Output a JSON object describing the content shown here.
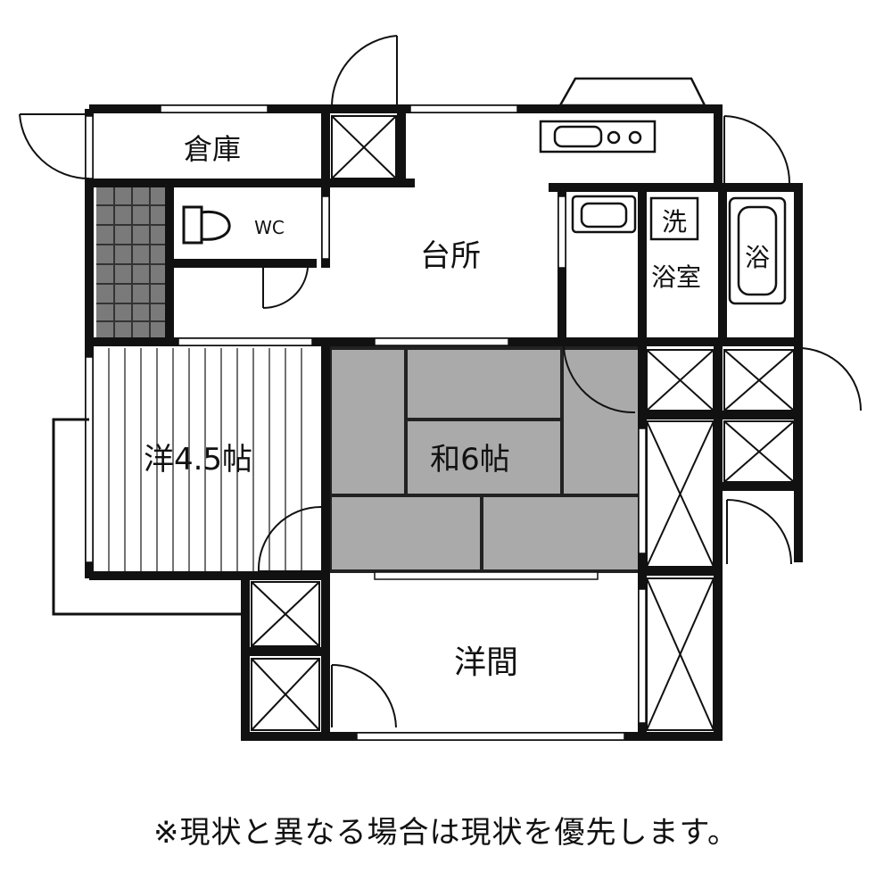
{
  "rooms": {
    "storage": "倉庫",
    "wc": "WC",
    "kitchen": "台所",
    "wash": "洗",
    "bath_tub": "浴",
    "bathroom": "浴室",
    "western_45": "洋4.5帖",
    "japanese_6": "和6帖",
    "western": "洋間"
  },
  "note": "※現状と異なる場合は現状を優先します。"
}
